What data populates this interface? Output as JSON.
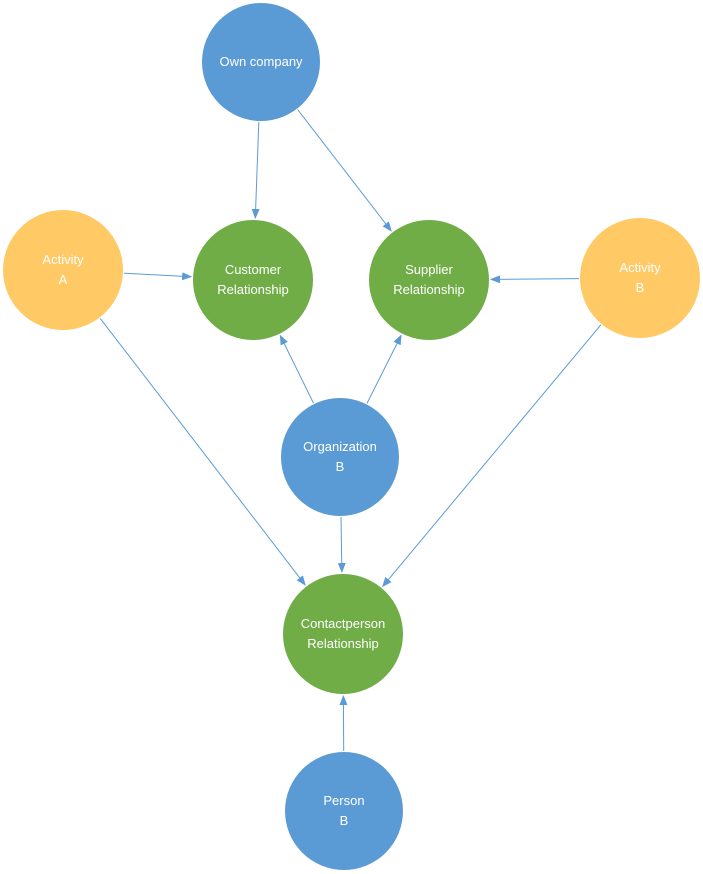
{
  "colors": {
    "company": "#5B9BD5",
    "relationship": "#70AD47",
    "activity": "#FFC966",
    "arrow": "#5B9BD5",
    "label": "#FFFFFF"
  },
  "nodes": {
    "own_company": {
      "label": "Own company",
      "kind": "company"
    },
    "activity_a": {
      "label": "Activity\nA",
      "kind": "activity"
    },
    "customer_relationship": {
      "label": "Customer\nRelationship",
      "kind": "relationship"
    },
    "supplier_relationship": {
      "label": "Supplier\nRelationship",
      "kind": "relationship"
    },
    "activity_b": {
      "label": "Activity\nB",
      "kind": "activity"
    },
    "organization_b": {
      "label": "Organization\nB",
      "kind": "company"
    },
    "contactperson_relationship": {
      "label": "Contactperson\nRelationship",
      "kind": "relationship"
    },
    "person_b": {
      "label": "Person\nB",
      "kind": "company"
    }
  },
  "edges": [
    {
      "from": "own_company",
      "to": "customer_relationship"
    },
    {
      "from": "own_company",
      "to": "supplier_relationship"
    },
    {
      "from": "activity_a",
      "to": "customer_relationship"
    },
    {
      "from": "activity_b",
      "to": "supplier_relationship"
    },
    {
      "from": "organization_b",
      "to": "customer_relationship"
    },
    {
      "from": "organization_b",
      "to": "supplier_relationship"
    },
    {
      "from": "activity_a",
      "to": "contactperson_relationship"
    },
    {
      "from": "activity_b",
      "to": "contactperson_relationship"
    },
    {
      "from": "organization_b",
      "to": "contactperson_relationship"
    },
    {
      "from": "person_b",
      "to": "contactperson_relationship"
    }
  ]
}
